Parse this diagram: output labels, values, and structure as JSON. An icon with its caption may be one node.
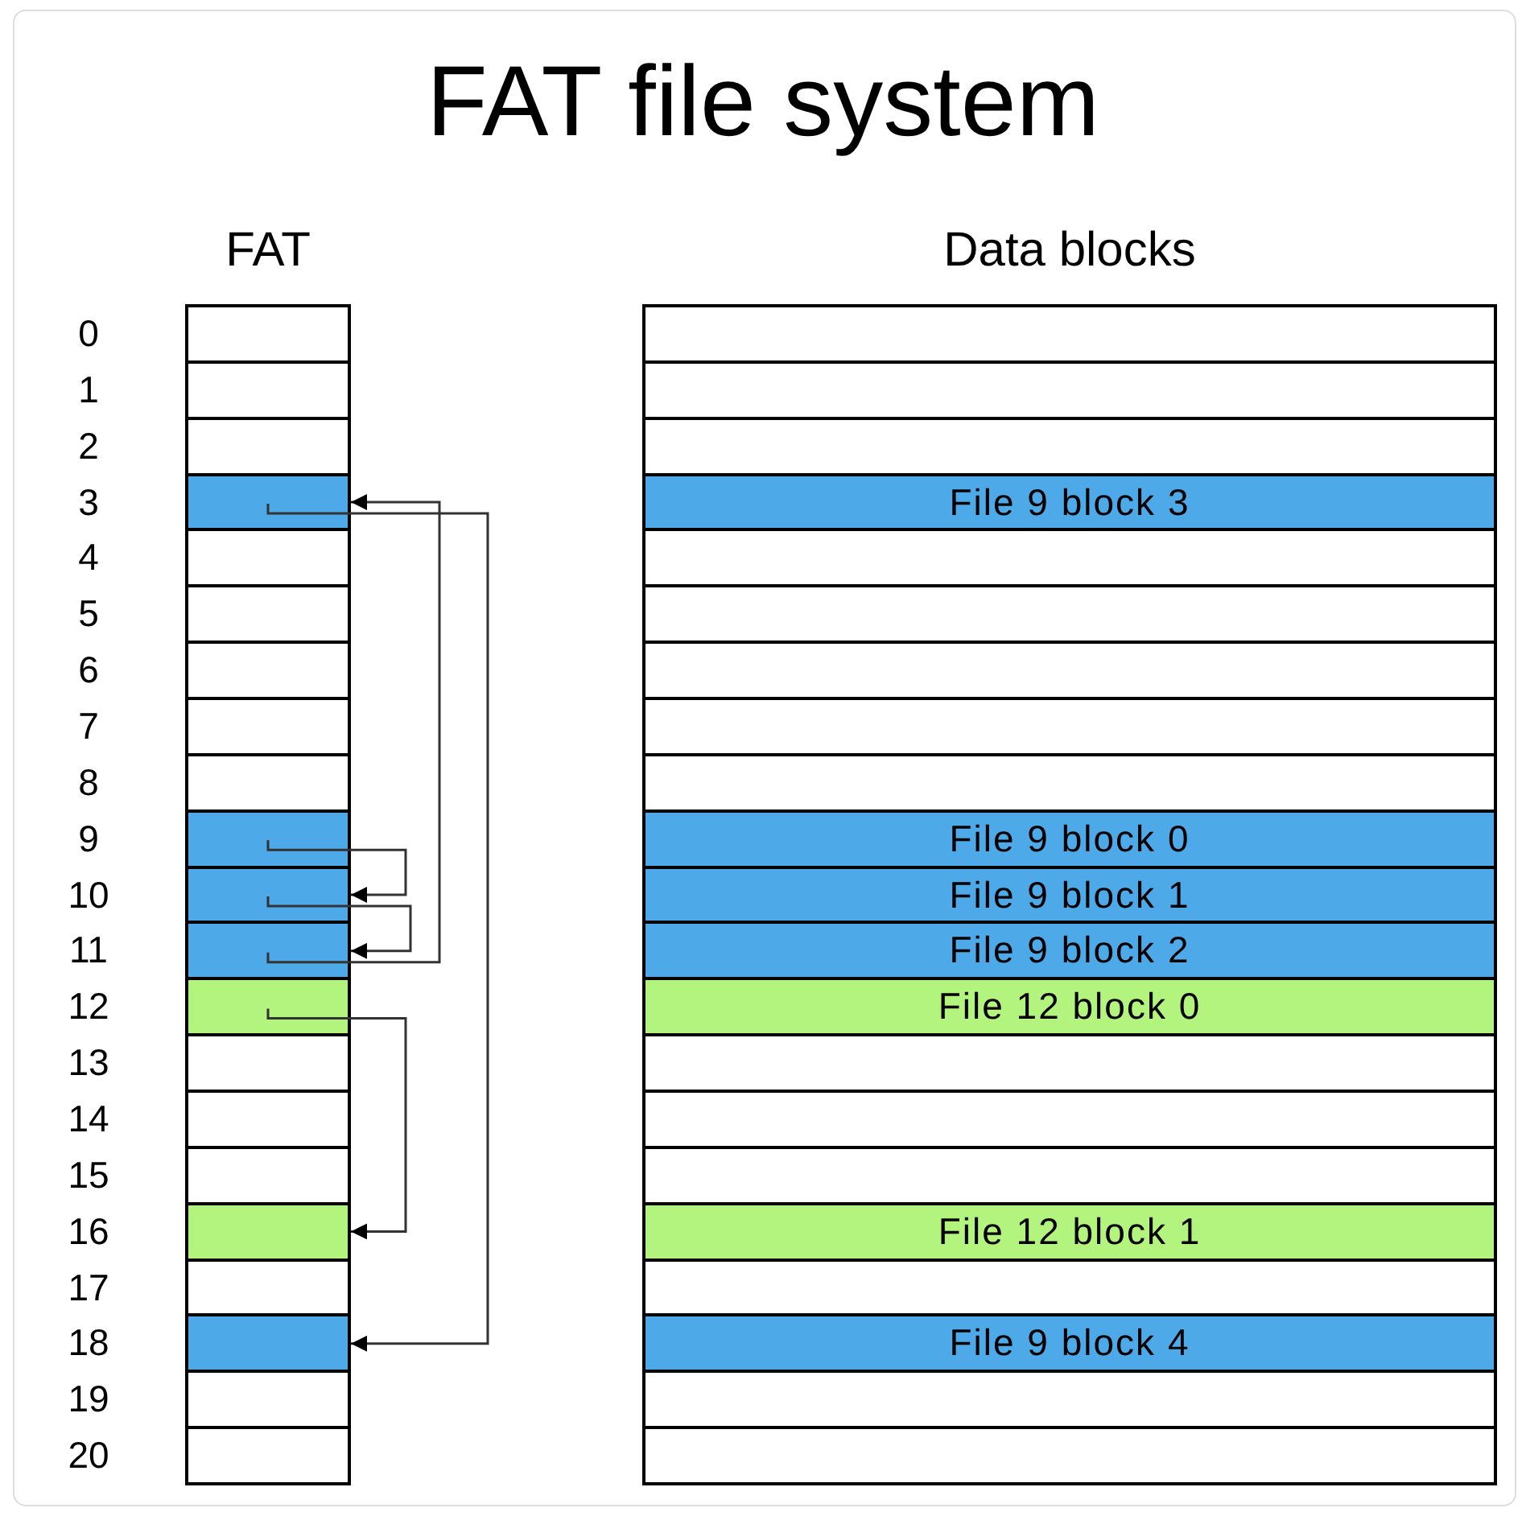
{
  "diagram": {
    "title": "FAT file system",
    "nodes": [
      {
        "text": [],
        "shape": "box"
      },
      {
        "text": [],
        "shape": "box"
      },
      {
        "text": [],
        "shape": "box"
      },
      {
        "text": [],
        "shape": "box"
      },
      {
        "text": [],
        "shape": "box"
      },
      {
        "text": [],
        "shape": "box"
      },
      {
        "text": [],
        "shape": "box"
      },
      {
        "text": [],
        "shape": "box"
      },
      {
        "text": [],
        "shape": "box"
      },
      {
        "text": [],
        "shape": "box"
      },
      {
        "text": [],
        "shape": "box"
      },
      {
        "text": [],
        "shape": "box"
      },
      {
        "text": [],
        "shape": "box"
      },
      {
        "text": [],
        "shape": "box"
      },
      {
        "text": [],
        "shape": "box"
      },
      {
        "text": [],
        "shape": "box"
      },
      {
        "text": [],
        "shape": "box"
      },
      {
        "text": [],
        "shape": "box"
      },
      {
        "text": [],
        "shape": "box"
      },
      {
        "text": [],
        "shape": "box"
      },
      {
        "text": [],
        "shape": "box"
      },
      {
        "text": [],
        "shape": "box"
      },
      {
        "text": [],
        "shape": "box"
      },
      {
        "text": [],
        "shape": "box"
      },
      {
        "text": [
          "File 9 block 3"
        ]
      },
      {
        "text": [],
        "shape": "box"
      },
      {
        "text": [],
        "shape": "box"
      },
      {
        "text": [],
        "shape": "box"
      },
      {
        "text": [],
        "shape": "box"
      },
      {
        "text": [],
        "shape": "box"
      },
      {
        "text": [
          "File 9 block 0"
        ]
      },
      {
        "text": [
          "File 9 block 1"
        ]
      },
      {
        "text": [
          "File 9 block 2"
        ]
      },
      {
        "text": [
          "File 12 block 0"
        ]
      },
      {
        "text": [],
        "shape": "box"
      },
      {
        "text": [],
        "shape": "box"
      },
      {
        "text": [],
        "shape": "box"
      },
      {
        "text": [
          "File 12 block 1"
        ]
      },
      {
        "text": [],
        "shape": "box"
      },
      {
        "text": [
          "File 9 block 4"
        ]
      },
      {
        "text": [],
        "shape": "box"
      },
      {
        "text": [],
        "shape": "box"
      }
    ],
    "edges": [
      {
        "from": 9,
        "to": 10,
        "arrow": "to"
      },
      {
        "from": 10,
        "to": 11,
        "arrow": "to"
      },
      {
        "from": 11,
        "to": 3,
        "arrow": "to"
      },
      {
        "from": 3,
        "to": 18,
        "arrow": "to"
      },
      {
        "from": 12,
        "to": 16,
        "arrow": "to"
      }
    ],
    "labels": [
      "FAT",
      "Data blocks",
      "0",
      "1",
      "2",
      "3",
      "4",
      "5",
      "6",
      "7",
      "8",
      "9",
      "10",
      "11",
      "12",
      "13",
      "14",
      "15",
      "16",
      "17",
      "18",
      "19",
      "20"
    ]
  }
}
